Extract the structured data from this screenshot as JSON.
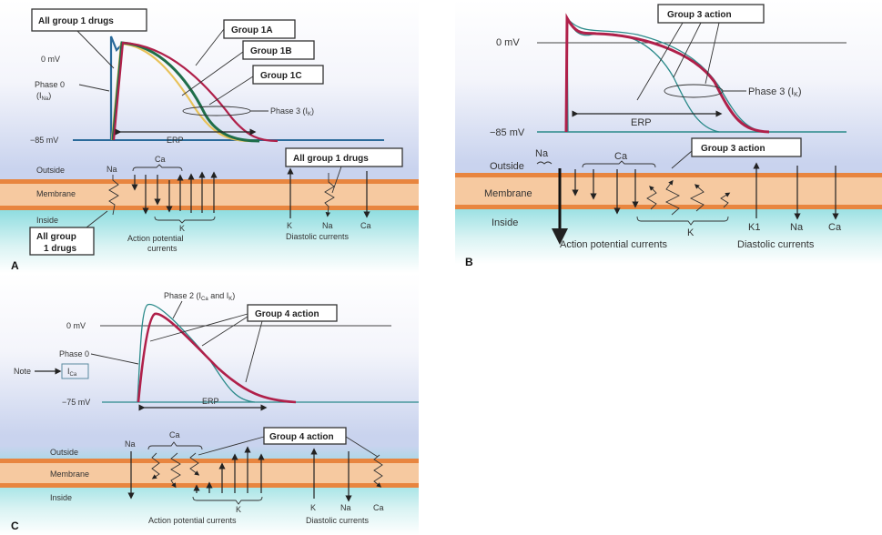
{
  "panels": {
    "a": {
      "letter": "A",
      "zero_mv": "0 mV",
      "rest_mv": "−85 mV",
      "phase0": "Phase 0",
      "phase0_current": "I",
      "phase0_current_sub": "Na",
      "phase3": "Phase 3 (I",
      "phase3_sub": "K",
      "erp": "ERP",
      "box_all_group1_top": "All group 1 drugs",
      "box_group1a": "Group 1A",
      "box_group1b": "Group 1B",
      "box_group1c": "Group 1C",
      "box_all_group1_right": "All group 1 drugs",
      "box_all_group1_bottom_1": "All group",
      "box_all_group1_bottom_2": "1 drugs",
      "outside": "Outside",
      "membrane": "Membrane",
      "inside": "Inside",
      "na": "Na",
      "ca": "Ca",
      "k": "K",
      "ap_currents_1": "Action potential",
      "ap_currents_2": "currents",
      "diastolic_k": "K",
      "diastolic_na": "Na",
      "diastolic_ca": "Ca",
      "diastolic_currents": "Diastolic currents"
    },
    "b": {
      "letter": "B",
      "zero_mv": "0 mV",
      "rest_mv": "−85 mV",
      "phase3": "Phase 3 (I",
      "phase3_sub": "K",
      "erp": "ERP",
      "box_group3_top": "Group 3 action",
      "box_group3_bottom": "Group 3 action",
      "outside": "Outside",
      "membrane": "Membrane",
      "inside": "Inside",
      "na": "Na",
      "ca": "Ca",
      "k": "K",
      "ap_currents": "Action potential currents",
      "diastolic_k1": "K1",
      "diastolic_na": "Na",
      "diastolic_ca": "Ca",
      "diastolic_currents": "Diastolic currents"
    },
    "c": {
      "letter": "C",
      "zero_mv": "0 mV",
      "rest_mv": "−75 mV",
      "phase0": "Phase 0",
      "phase2": "Phase 2 (I",
      "phase2_sub1": "Ca",
      "phase2_mid": " and I",
      "phase2_sub2": "K",
      "note": "Note",
      "note_current": "I",
      "note_current_sub": "Ca",
      "erp": "ERP",
      "box_group4_top": "Group 4 action",
      "box_group4_bottom": "Group 4 action",
      "outside": "Outside",
      "membrane": "Membrane",
      "inside": "Inside",
      "na": "Na",
      "ca": "Ca",
      "k": "K",
      "ap_currents": "Action potential currents",
      "diastolic_k": "K",
      "diastolic_na": "Na",
      "diastolic_ca": "Ca",
      "diastolic_currents": "Diastolic currents"
    }
  },
  "colors": {
    "membrane": "#f6c9a0",
    "membrane_edge": "#e8853f",
    "outside_bg": "#c9d3ee",
    "inside_bg": "#8fdde0",
    "curve_red": "#b0204a",
    "curve_teal": "#2b8a8a",
    "curve_blue": "#2a6a9a",
    "curve_yellow": "#e8c25a",
    "curve_green": "#1f6e4a"
  }
}
